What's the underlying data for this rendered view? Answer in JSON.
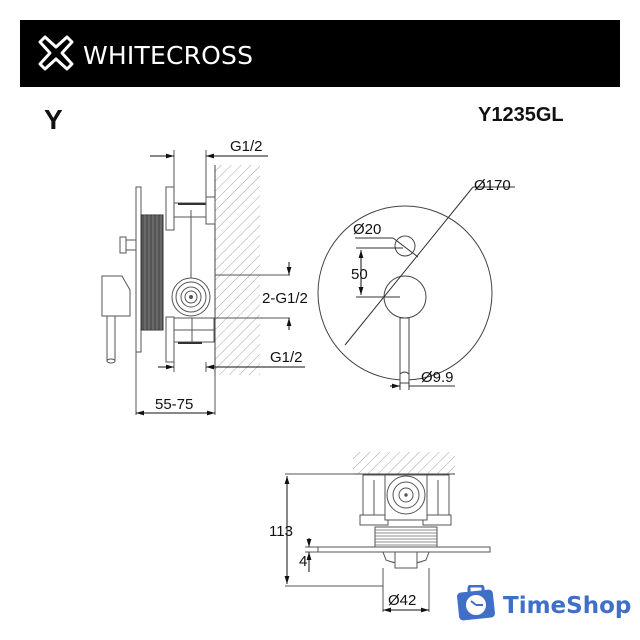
{
  "header": {
    "brand_name": "WHITECROSS",
    "brand_icon": "cross-outline-icon",
    "background": "#000000"
  },
  "product": {
    "series": "Y",
    "model": "Y1235GL"
  },
  "side_view": {
    "labels": {
      "inlet_top": "G1/2",
      "outlets": "2-G1/2",
      "inlet_bottom": "G1/2",
      "depth": "55-75"
    }
  },
  "front_view": {
    "labels": {
      "plate_diameter": "Ø170",
      "diverter_diameter": "Ø20",
      "spacing": "50",
      "lever_diameter": "Ø9.9"
    }
  },
  "top_view": {
    "labels": {
      "height": "113",
      "plate_thickness": "4",
      "handle_diameter": "Ø42"
    }
  },
  "watermark": {
    "text": "TimeShop",
    "icon": "suitcase-clock-icon",
    "color": "#3f6fc6"
  }
}
